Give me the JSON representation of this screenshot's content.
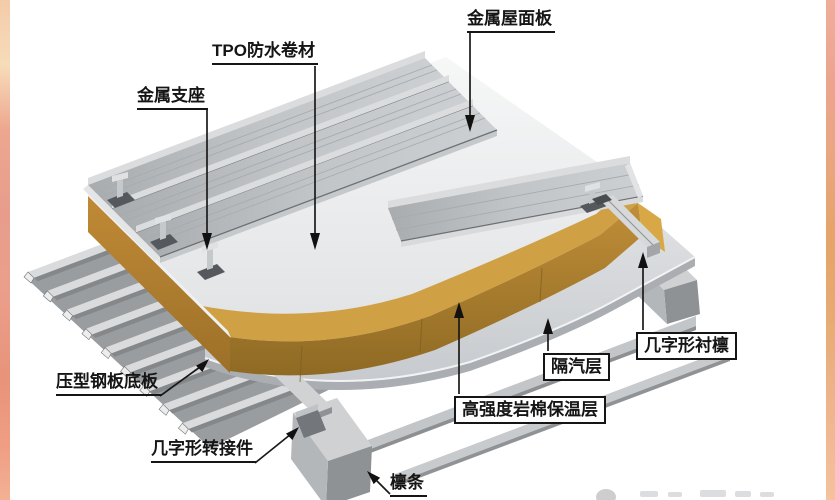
{
  "diagram": {
    "type": "isometric-roof-construction-detail",
    "description_layers_top_to_bottom": [
      "金属屋面板",
      "金属支座",
      "TPO防水卷材",
      "高强度岩棉保温层",
      "隔汽层",
      "几字形衬檩",
      "压型钢板底板",
      "几字形转接件",
      "檩条"
    ]
  },
  "labels": {
    "metal_roof_panel": "金属屋面板",
    "tpo_membrane": "TPO防水卷材",
    "metal_support": "金属支座",
    "profiled_steel_deck": "压型钢板底板",
    "z_shaped_adapter": "几字形转接件",
    "purlin": "檩条",
    "rock_wool_insulation": "高强度岩棉保温层",
    "vapor_barrier": "隔汽层",
    "z_shaped_lining_purlin": "几字形衬檩"
  },
  "colors": {
    "line": "#1a1a1a",
    "insulation_top": "#d0a044",
    "insulation_face": "#b08232",
    "insulation_side": "#aa7c2c",
    "insulation_end": "#d8a847",
    "membrane": "#f0f1f2",
    "panel_light": "#d9dbdd",
    "sheet": "#d3d6d9",
    "sheet_edge": "#aaadb1",
    "deck_base": "#9a9da0",
    "rib_top": "#d9dbdc",
    "rib_side": "#85888b",
    "rib_cut": "#eceded",
    "metal_dark": "#55585c",
    "channel": "#d0d2d4",
    "purlin_top": "#cfd1d3",
    "purlin_side": "#b4b7ba",
    "purlin_end": "#8f9295"
  }
}
